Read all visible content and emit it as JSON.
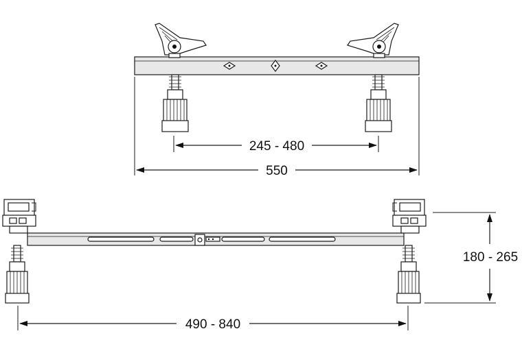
{
  "top_view": {
    "inner_dimension": "245 - 480",
    "outer_dimension": "550"
  },
  "bottom_view": {
    "width_dimension": "490 - 840",
    "height_dimension": "180 - 265"
  }
}
